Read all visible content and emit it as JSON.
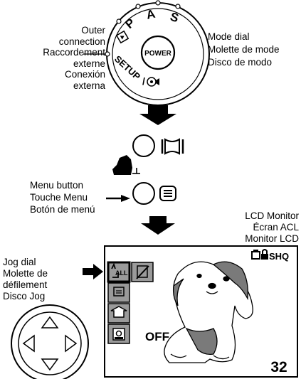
{
  "outer_connection": {
    "en": "Outer\nconnection",
    "fr": "Raccordement\nexterne",
    "es": "Conexión\nexterna"
  },
  "mode_dial": {
    "en": "Mode dial",
    "fr": "Molette de mode",
    "es": "Disco de modo",
    "power_label": "POWER",
    "ring_labels": {
      "p": "P",
      "a": "A",
      "s": "S",
      "setup": "SETUP",
      "slash": "/"
    }
  },
  "menu_button": {
    "en": "Menu button",
    "fr": "Touche Menu",
    "es": "Botón de menú"
  },
  "lcd_monitor": {
    "en": "LCD Monitor",
    "fr": "Écran ACL",
    "es": "Monitor LCD",
    "top_right_indicator": "SHQ",
    "menu_item_all": "ALL",
    "status_text": "OFF",
    "frame_count": "32"
  },
  "jog_dial": {
    "en": "Jog dial",
    "fr": "Molette de\ndéfilement",
    "es": "Disco Jog"
  },
  "colors": {
    "ink": "#000000",
    "lcd_background": "#ffffff",
    "menu_tile": "#9a9a9a",
    "dog_spots": "#7a7a7a"
  },
  "icons": [
    "arrow-down-icon",
    "circle-button-icon",
    "display-icon",
    "hand-press-icon",
    "menu-list-icon",
    "arrow-right-icon",
    "print-icon",
    "lock-icon",
    "protect-icon",
    "dpof-print-icon",
    "rotate-icon",
    "card-setup-icon",
    "jog-dial-icon"
  ]
}
